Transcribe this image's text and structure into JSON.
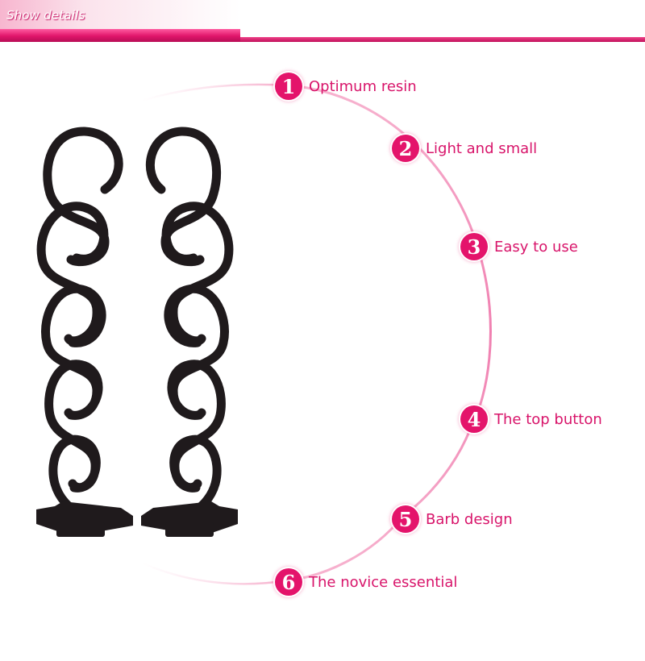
{
  "header": {
    "title": "Show details"
  },
  "features": [
    {
      "number": "1",
      "label": "Optimum resin"
    },
    {
      "number": "2",
      "label": "Light and small"
    },
    {
      "number": "3",
      "label": "Easy to use"
    },
    {
      "number": "4",
      "label": "The top button"
    },
    {
      "number": "5",
      "label": "Barb design"
    },
    {
      "number": "6",
      "label": "The novice essential"
    }
  ],
  "colors": {
    "accent": "#e4146b",
    "arc": "#f49bc0",
    "product": "#1f1a1c"
  },
  "image": {
    "subject": "two black spiral hair braiding tool combs"
  }
}
